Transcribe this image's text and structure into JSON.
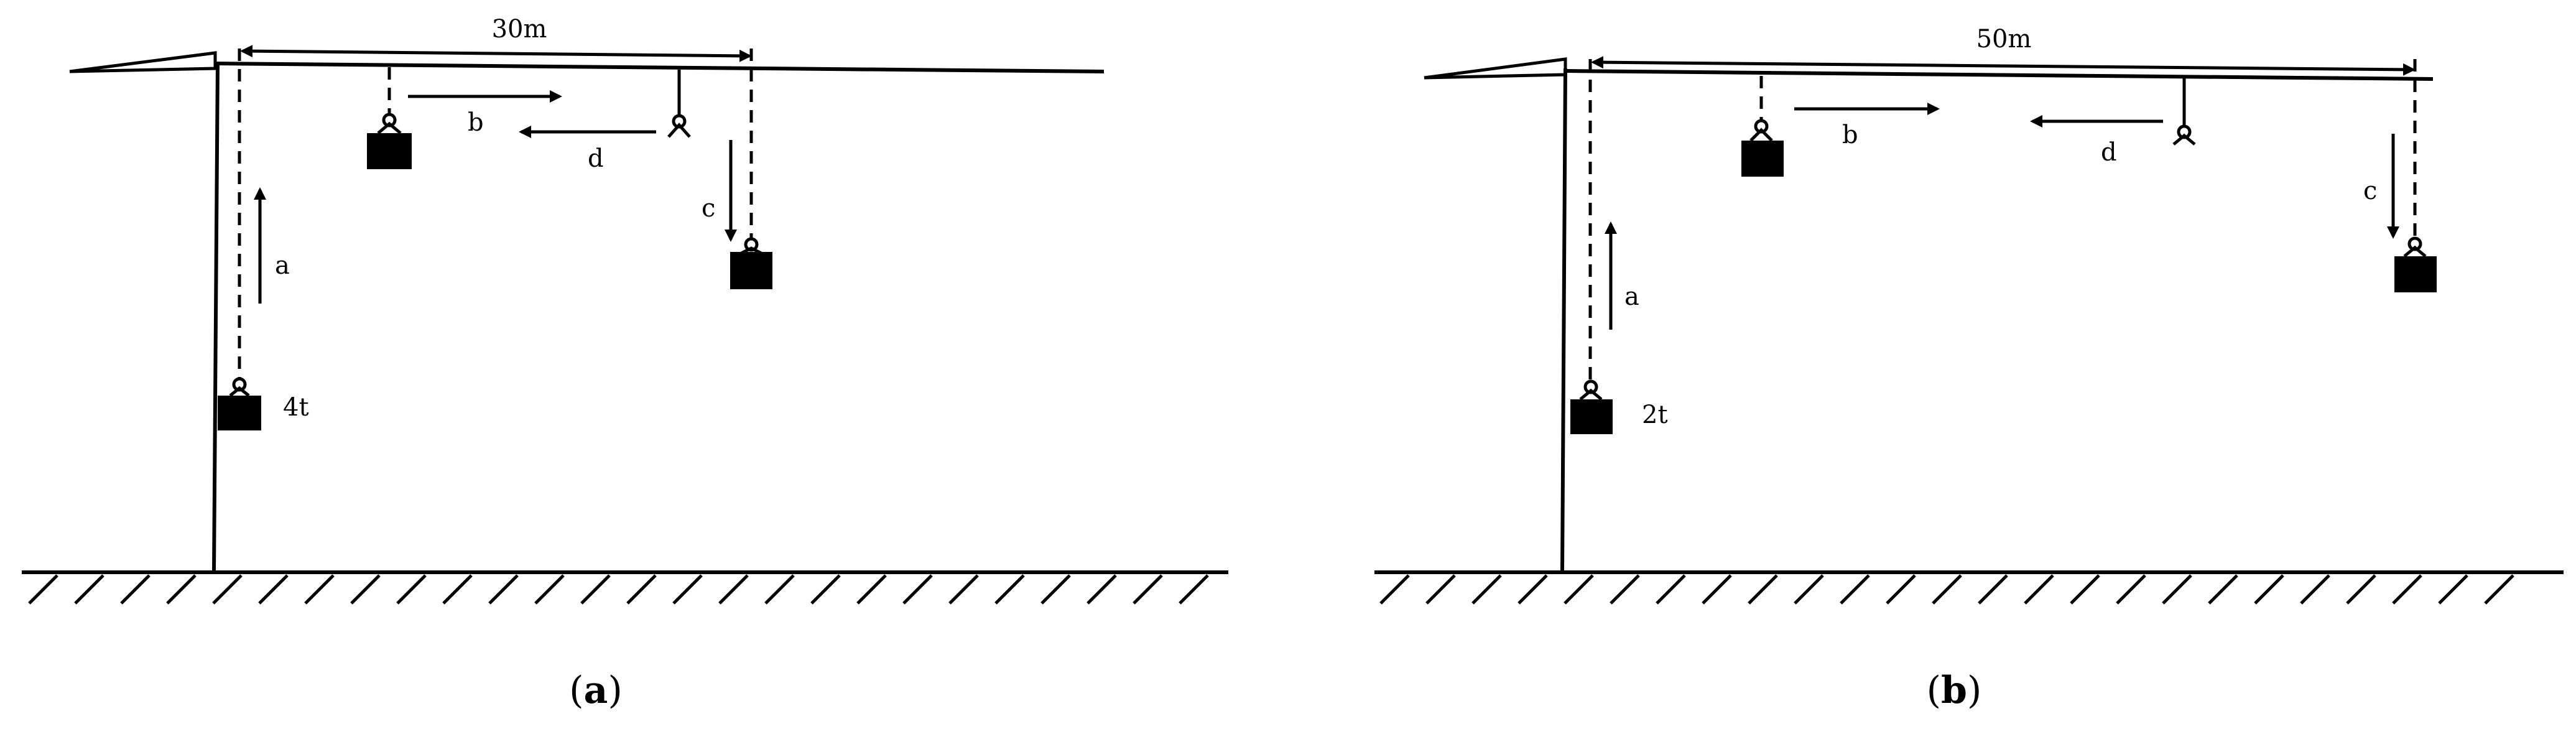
{
  "figures": [
    {
      "id": "a",
      "caption": {
        "letter": "a",
        "open": "(",
        "close": ")"
      },
      "span_label": "30m",
      "load_label": "4t",
      "motions": {
        "a": "a",
        "b": "b",
        "c": "c",
        "d": "d"
      }
    },
    {
      "id": "b",
      "caption": {
        "letter": "b",
        "open": "(",
        "close": ")"
      },
      "span_label": "50m",
      "load_label": "2t",
      "motions": {
        "a": "a",
        "b": "b",
        "c": "c",
        "d": "d"
      }
    }
  ]
}
